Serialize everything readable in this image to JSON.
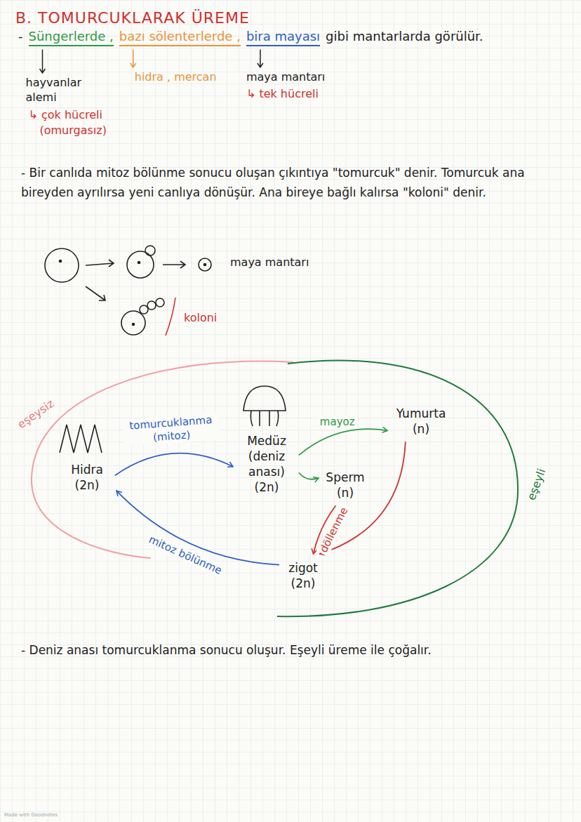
{
  "diagram": {
    "title": "B. TOMURCUKLARAK ÜREME",
    "nodes": [
      {
        "text": [
          "Hidra (2n)"
        ]
      },
      {
        "text": [
          "Medüz (deniz anası) (2n)"
        ]
      },
      {
        "text": [
          "Yumurta (n)"
        ]
      },
      {
        "text": [
          "Sperm (n)"
        ]
      },
      {
        "text": [
          "zigot (2n)"
        ]
      }
    ],
    "edges": [
      {
        "from": 0,
        "to": 1,
        "arrow": "to",
        "label": "tomurcuklanma (mitoz)"
      },
      {
        "from": 1,
        "to": 2,
        "arrow": "to",
        "label": "mayoz"
      },
      {
        "from": 1,
        "to": 3,
        "arrow": "to"
      },
      {
        "from": 2,
        "to": 4,
        "arrow": "to"
      },
      {
        "from": 3,
        "to": 4,
        "arrow": "to",
        "label": "döllenme"
      },
      {
        "from": 4,
        "to": 0,
        "arrow": "to",
        "label": "mitoz bölünme"
      }
    ],
    "labels": [
      "-",
      "Süngerlerde ,",
      "bazı sölenterlerde ,",
      "bira mayası",
      "gibi mantarlarda görülür.",
      "hidra , mercan",
      "hayvanlar alemi",
      "↳ çok hücreli",
      "(omurgasız)",
      "maya mantarı",
      "↳ tek hücreli",
      "- Bir canlıda mitoz bölünme sonucu oluşan çıkıntıya \"tomurcuk\" denir. Tomurcuk ana bireyden ayrılırsa yeni canlıya dönüşür. Ana bireye bağlı kalırsa \"koloni\" denir.",
      "maya mantarı",
      "koloni",
      "eşeysiz",
      "eşeyli",
      "- Deniz anası tomurcuklanma sonucu oluşur. Eşeyli üreme ile çoğalır.",
      "Made with Goodnotes"
    ]
  }
}
